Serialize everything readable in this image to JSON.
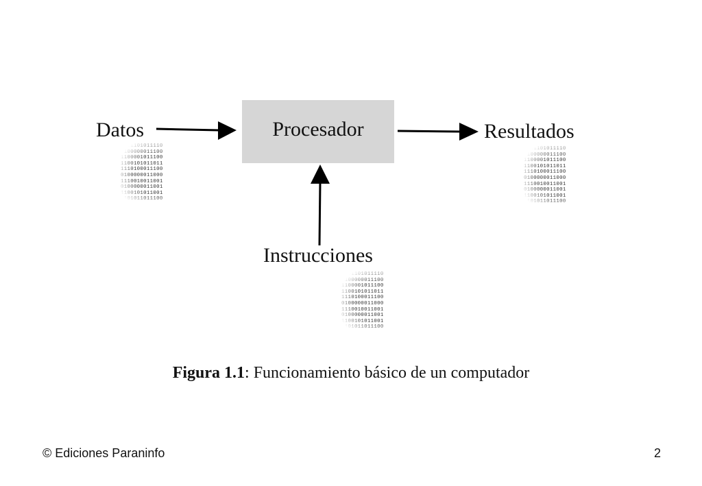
{
  "diagram": {
    "inputs": {
      "datos": "Datos",
      "instrucciones": "Instrucciones"
    },
    "processor": "Procesador",
    "output": "Resultados",
    "binary_rows": [
      "1001101011110",
      "0100000011100",
      "1100001011100",
      "1100101011011",
      "1110100011100",
      "0100000011000",
      "1110010011001",
      "0100000011001",
      "1100101011001",
      "1101011011100"
    ],
    "colors": {
      "processor_fill": "#d6d6d6",
      "arrow": "#000000"
    }
  },
  "caption": {
    "bold": "Figura 1.1",
    "text": ": Funcionamiento básico de un computador"
  },
  "footer": {
    "copyright": "© Ediciones Paraninfo",
    "page": "2"
  }
}
